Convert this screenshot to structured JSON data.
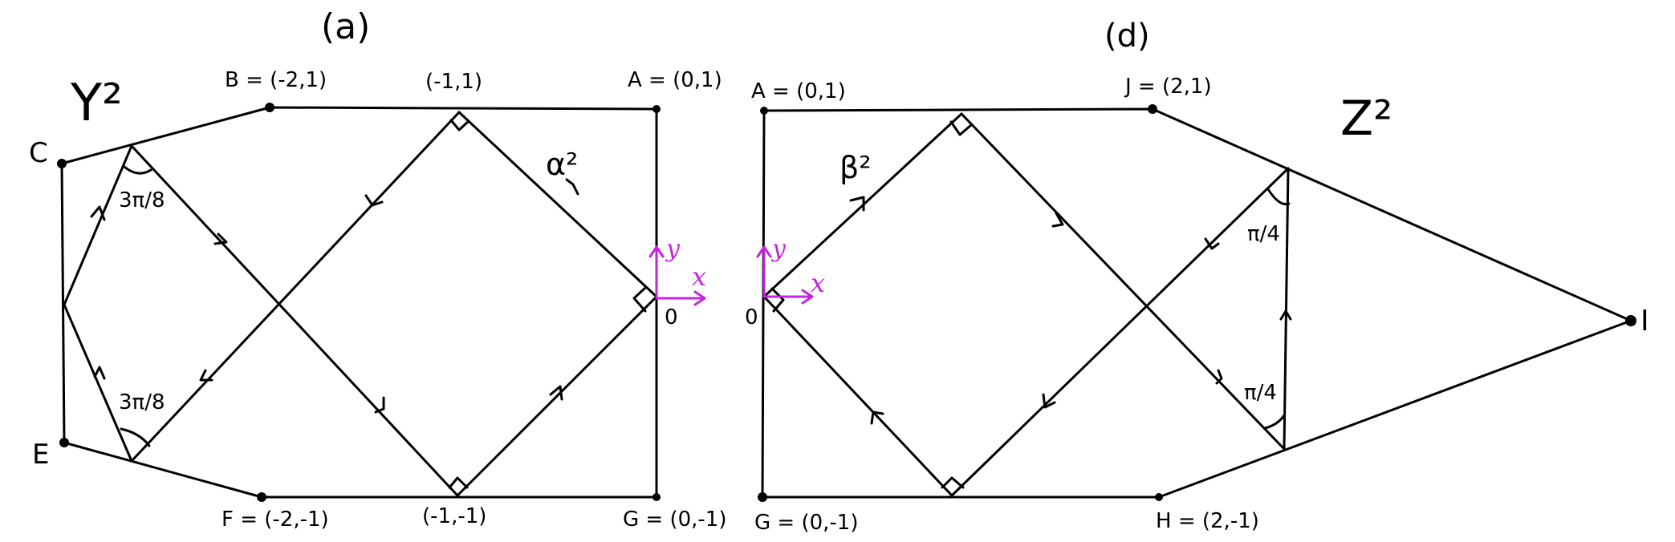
{
  "colors": {
    "ink": "#000000",
    "axis": "#c623e0",
    "background": "#ffffff"
  },
  "panel_a": {
    "title": "(a)",
    "surface": "Y²",
    "curve": "α²",
    "vertices": {
      "B": "B = (-2,1)",
      "top_mid": "(-1,1)",
      "A": "A = (0,1)",
      "C": "C",
      "E": "E",
      "F": "F = (-2,-1)",
      "bottom_mid": "(-1,-1)",
      "G": "G = (0,-1)",
      "origin": "0"
    },
    "angles": {
      "upper": "3π/8",
      "lower": "3π/8"
    },
    "axes": {
      "x": "x",
      "y": "y"
    }
  },
  "panel_d": {
    "title": "(d)",
    "surface": "Z²",
    "curve": "β²",
    "vertices": {
      "A": "A = (0,1)",
      "J": "J = (2,1)",
      "I": "I",
      "G": "G = (0,-1)",
      "H": "H = (2,-1)",
      "origin": "0"
    },
    "angles": {
      "upper": "π/4",
      "lower": "π/4"
    },
    "axes": {
      "x": "x",
      "y": "y"
    }
  }
}
